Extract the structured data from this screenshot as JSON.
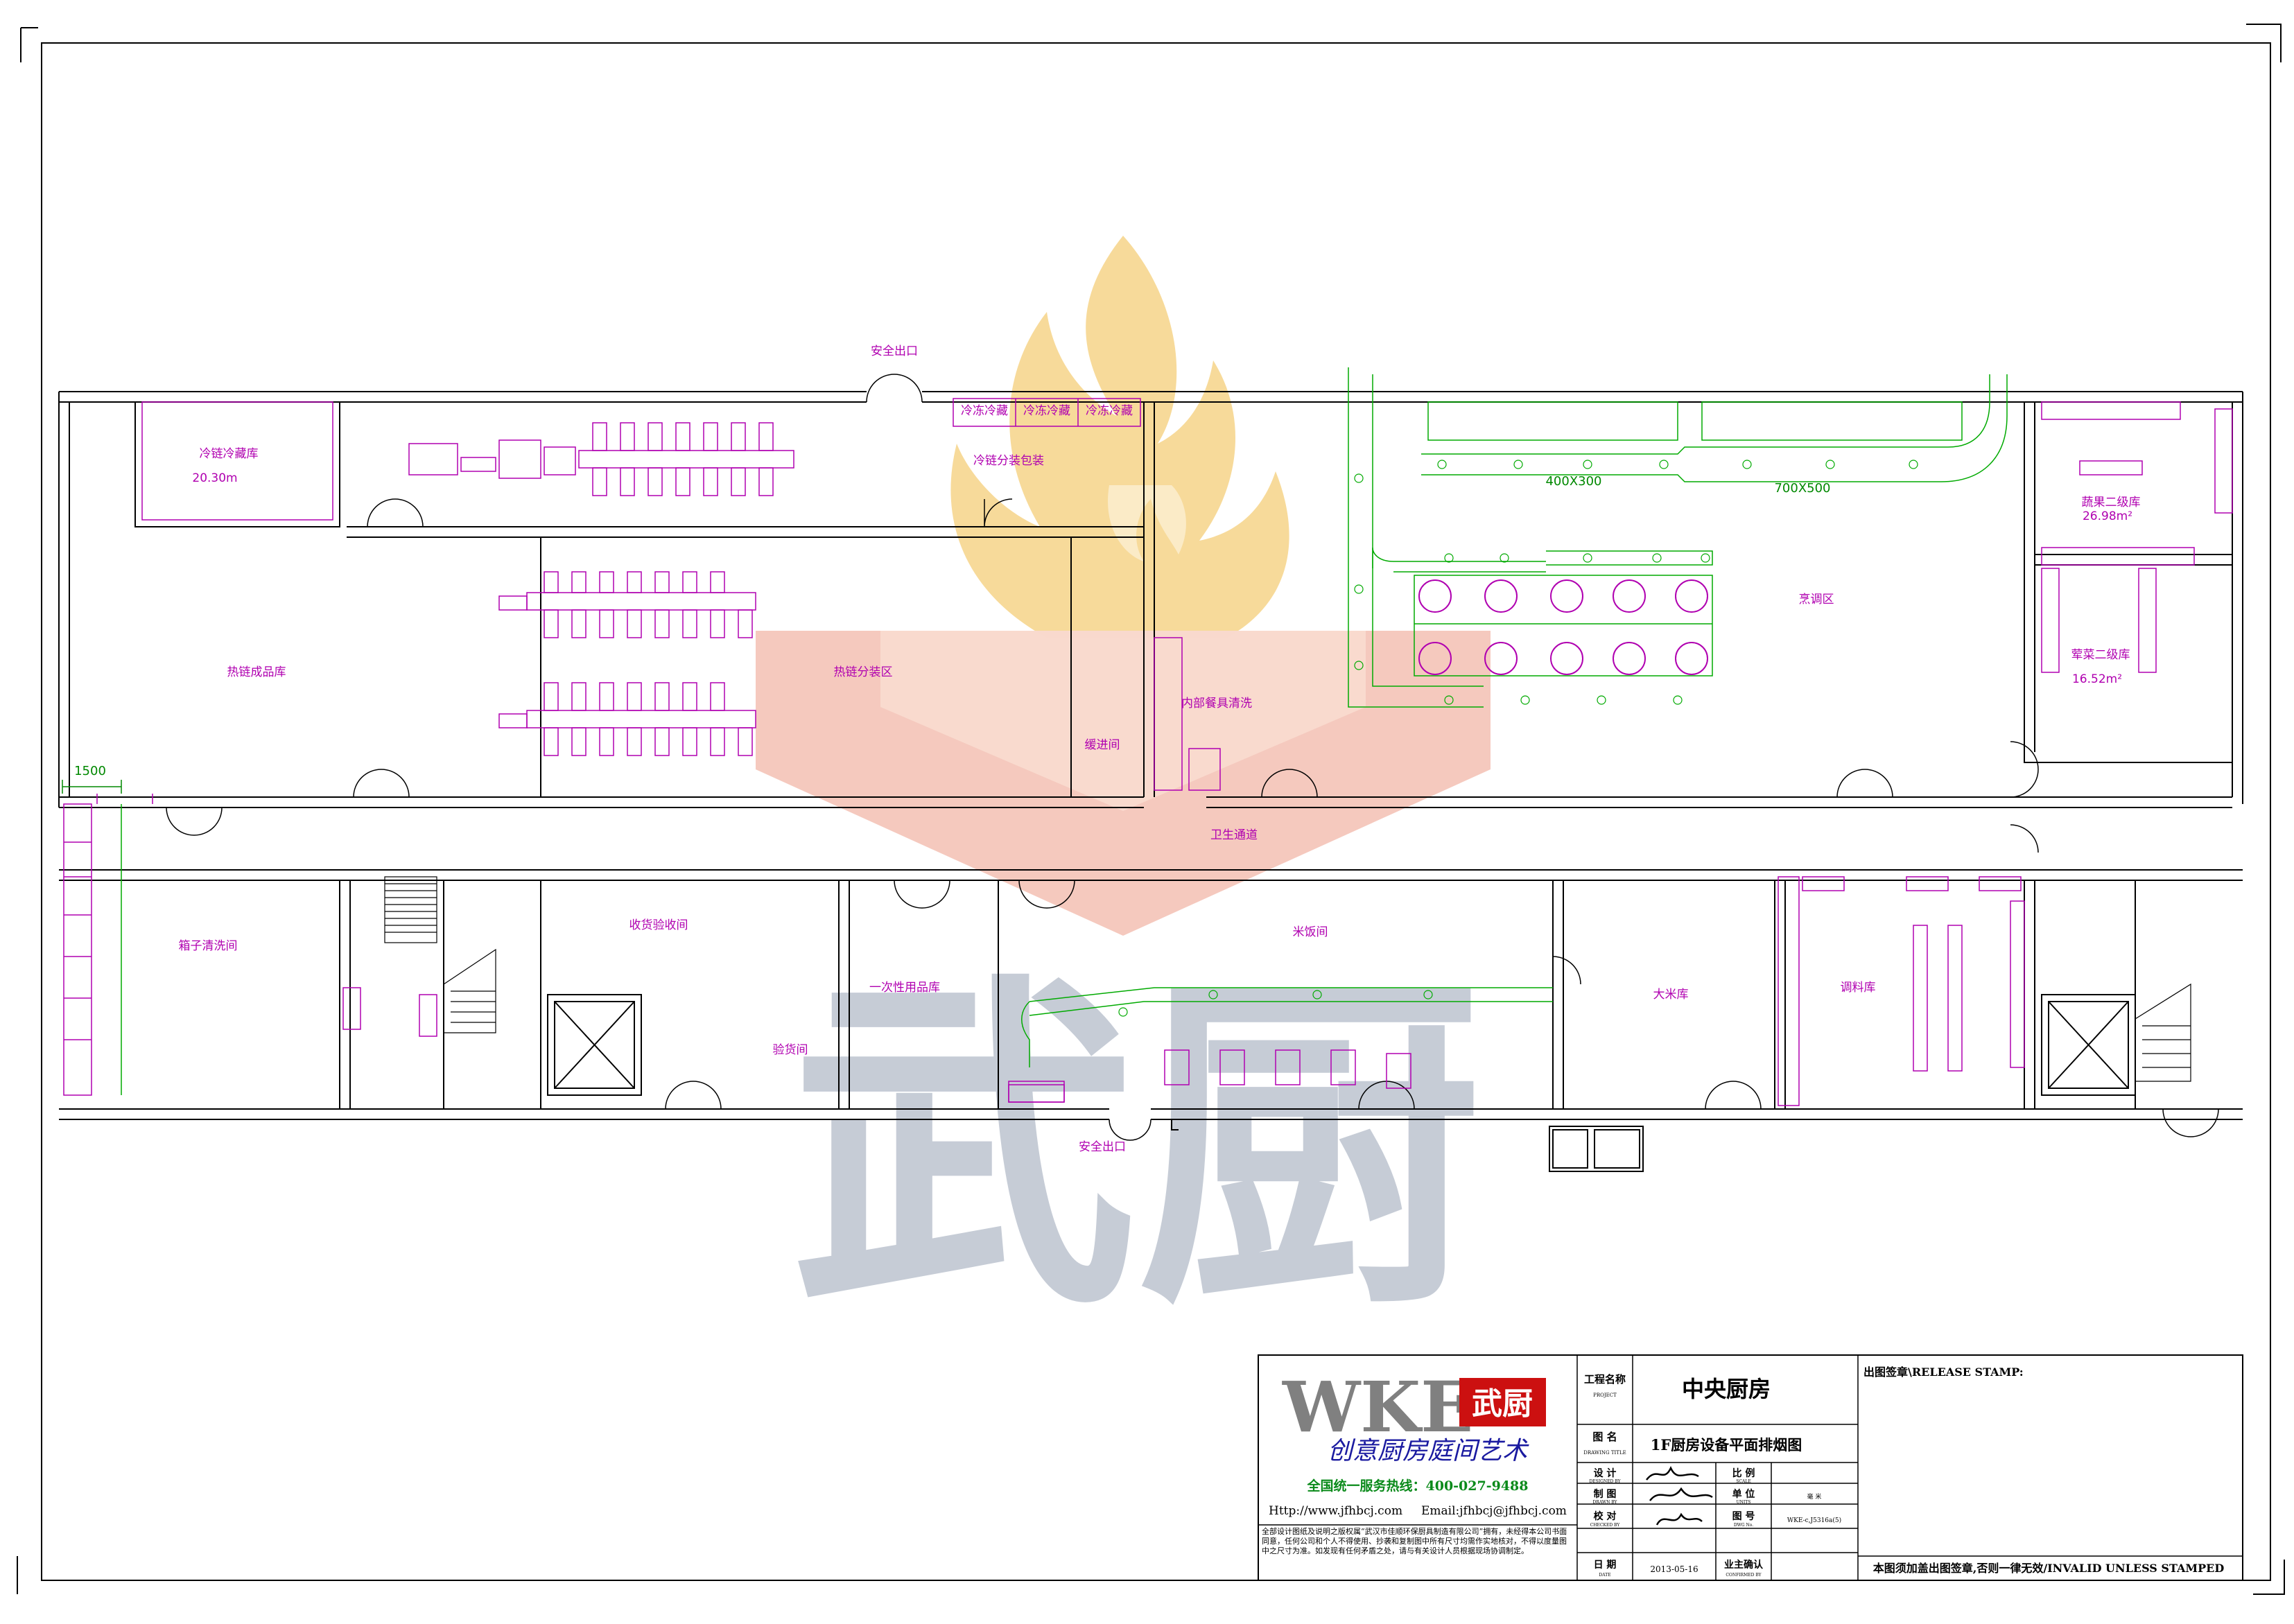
{
  "drawing": {
    "rooms": {
      "cold_storage": "冷链冷藏库",
      "cold_storage_area": "20.30m",
      "cold_chain_packing": "冷链分装包装",
      "hot_chain_finished": "热链成品库",
      "hot_chain_packing": "热链分装区",
      "container_cleaning": "内部餐具清洗",
      "buffer_room": "缓进间",
      "hygiene_corridor": "卫生通道",
      "cooking_area": "烹调区",
      "dry_storage": "蔬果二级库",
      "dry_storage_area": "26.98m²",
      "meat_storage": "荤菜二级库",
      "meat_storage_area": "16.52m²",
      "box_washing": "箱子清洗间",
      "receiving": "收货验收间",
      "disposable_goods": "一次性用品库",
      "inspection": "验货间",
      "rice_room": "米饭间",
      "rice_storage": "大米库",
      "seasoning_storage": "调料库"
    },
    "labels": {
      "exit_top": "安全出口",
      "exit_bottom": "安全出口",
      "duct_small": "400X300",
      "duct_large": "700X500",
      "dim_1500": "1500",
      "freezer_1": "冷冻冷藏",
      "freezer_2": "冷冻冷藏",
      "freezer_3": "冷冻冷藏"
    }
  },
  "watermark": {
    "text": "武厨",
    "colors": {
      "flame": "#f6d488",
      "shield": "#f2b8aa",
      "text": "#bcc3cf"
    }
  },
  "title_block": {
    "company_logo": "WKE",
    "company_logo_cn": "武厨",
    "slogan": "创意厨房庭间艺术",
    "hotline": "全国统一服务热线：400-027-9488",
    "website": "Http://www.jfhbcj.com",
    "email": "Email:jfhbcj@jfhbcj.com",
    "copyright": "全部设计图纸及说明之版权属“武汉市佳顺环保厨具制造有限公司”拥有，未经得本公司书面同意，任何公司和个人不得使用、抄袭和复制图中所有尺寸均需作实地核对，不得以度量图中之尺寸为准。如发现有任何矛盾之处，请与有关设计人员根据现场协调制定。",
    "project_label": "工程名称",
    "project_label_en": "PROJECT",
    "project_name": "中央厨房",
    "drawing_label": "图 名",
    "drawing_label_en": "DRAWING TITLE",
    "drawing_title": "1F厨房设备平面排烟图",
    "designed_label": "设 计",
    "designed_en": "DESIGNED BY",
    "drawn_label": "制 图",
    "drawn_en": "DRAWN BY",
    "checked_label": "校 对",
    "checked_en": "CHECKED BY",
    "date_label": "日 期",
    "date_en": "DATE",
    "date_value": "2013-05-16",
    "scale_label": "比 例",
    "scale_en": "SCALE",
    "unit_label": "单 位",
    "unit_en": "UNITS",
    "unit_value": "毫 米",
    "drawing_no_label": "图 号",
    "drawing_no_en": "DWG No.",
    "drawing_no": "WKE-c,J5316a(5)",
    "owner_confirm": "业主确认",
    "owner_confirm_en": "CONFIRMED BY",
    "release_stamp": "出图签章\\RELEASE STAMP:",
    "invalid_notice": "本图须加盖出图签章,否则一律无效/INVALID UNLESS STAMPED"
  }
}
